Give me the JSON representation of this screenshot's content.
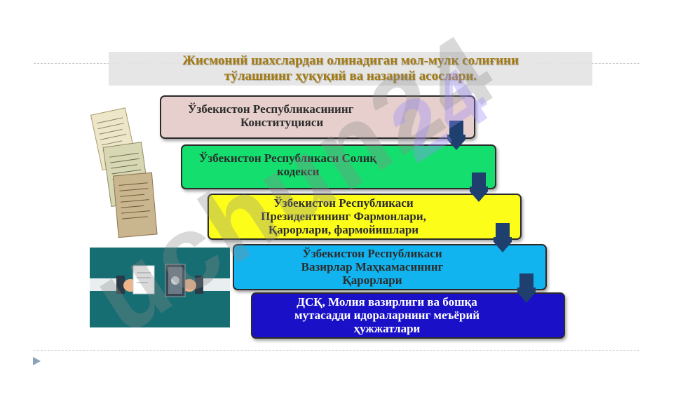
{
  "slide": {
    "title_line1": "Жисмоний шахслардан олинадиган мол-мулк солиғини",
    "title_line2": "тўлашнинг ҳуқуқий ва назарий асослари.",
    "steps": [
      {
        "line1": "Ўзбекистон Республикасининг",
        "line2": "Конституцияси",
        "line3": "",
        "color": "#e6cfcc"
      },
      {
        "line1": "Ўзбекистон Республикаси Солиқ",
        "line2": "кодекси",
        "line3": "",
        "color": "#14de6e"
      },
      {
        "line1": "Ўзбекистон Республикаси",
        "line2": "Президентининг Фармонлари,",
        "line3": "Қарорлари, фармойишлари",
        "color": "#fdfd1a"
      },
      {
        "line1": "Ўзбекистон Республикаси",
        "line2": "Вазирлар  Маҳкамасининг",
        "line3": "Қарорлари",
        "color": "#12b4f0"
      },
      {
        "line1": "ДСҚ, Молия вазирлиги ва бошқа",
        "line2": "мутасадди идораларнинг меъёрий",
        "line3": "ҳужжатлари",
        "color": "#1a10c8"
      }
    ],
    "arrow_color": "#1f3f6e",
    "watermark_text": "uchun24",
    "watermark_purple_text": "24"
  }
}
